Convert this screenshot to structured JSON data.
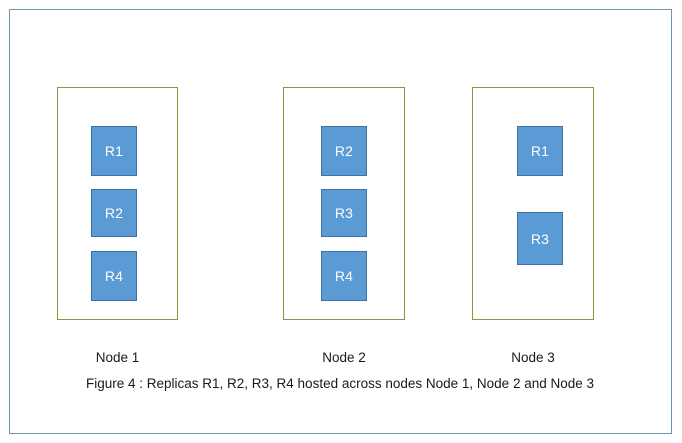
{
  "figure": {
    "caption": "Figure 4 : Replicas R1, R2, R3, R4  hosted across  nodes Node 1, Node 2 and Node 3",
    "outer_frame_color": "#6E93AD",
    "node_border_color": "#7C9C3F",
    "replica_fill_color": "#5B9BD5",
    "replica_border_color": "#41719C",
    "text_color": "#1a1a1a"
  },
  "nodes": [
    {
      "label": "Node 1",
      "replicas": [
        {
          "label": "R1"
        },
        {
          "label": "R2"
        },
        {
          "label": "R4"
        }
      ]
    },
    {
      "label": "Node 2",
      "replicas": [
        {
          "label": "R2"
        },
        {
          "label": "R3"
        },
        {
          "label": "R4"
        }
      ]
    },
    {
      "label": "Node 3",
      "replicas": [
        {
          "label": "R1"
        },
        {
          "label": "R3"
        }
      ]
    }
  ]
}
